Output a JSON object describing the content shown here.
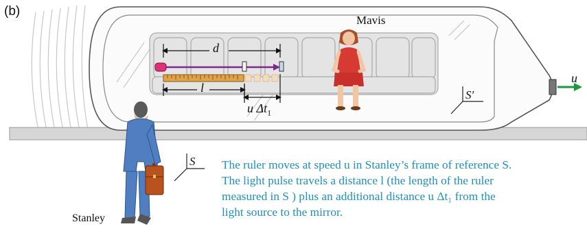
{
  "panel_label": "(b)",
  "labels": {
    "mavis": "Mavis",
    "stanley": "Stanley",
    "d": "d",
    "l": "l",
    "u_dt": "u Δt",
    "u_dt_sub": "1",
    "u_arrow": "u",
    "frame_train": "S′",
    "frame_ground": "S"
  },
  "caption_lines": [
    "The ruler moves at speed u in Stanley’s frame of reference S.",
    "The light pulse travels a distance l (the length of the ruler",
    "measured in S ) plus an additional distance u Δt₁ from the",
    "light source to the mirror."
  ],
  "colors": {
    "caption": "#1f8fc0",
    "train_outline": "#555555",
    "seat": "#e4e4e4",
    "rail": "#d6d6d6",
    "light_ray": "#7b2a8c",
    "light_source": "#e0307a",
    "ruler": "#e2a24a",
    "velocity_arrow": "#1a9a3a",
    "stanley_suit": "#4f7fc0",
    "mavis_dress": "#d63a32"
  }
}
